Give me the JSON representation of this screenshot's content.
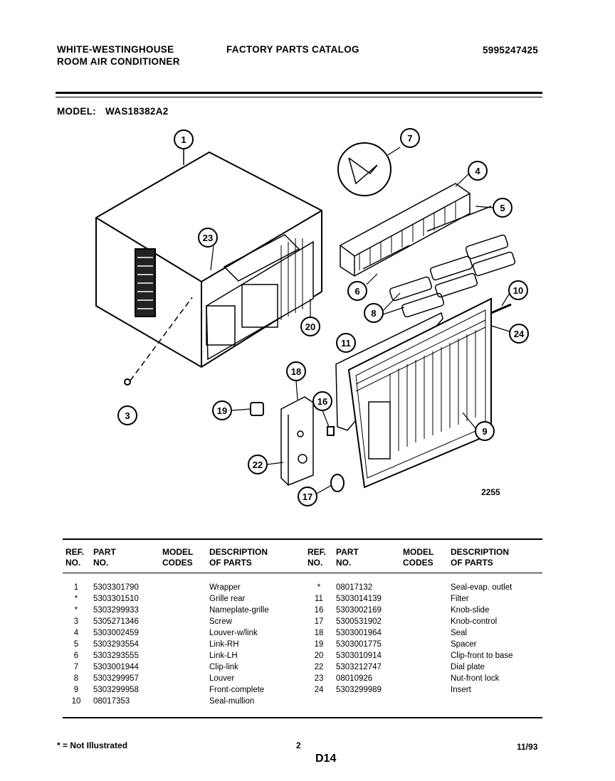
{
  "header": {
    "brand_line1": "WHITE-WESTINGHOUSE",
    "brand_line2": "ROOM AIR CONDITIONER",
    "catalog_title": "FACTORY PARTS CATALOG",
    "catalog_number": "5995247425"
  },
  "model": {
    "label": "MODEL:",
    "value": "WAS18382A2"
  },
  "diagram": {
    "figure_number": "2255",
    "callouts": [
      "1",
      "23",
      "20",
      "3",
      "7",
      "4",
      "5",
      "6",
      "8",
      "10",
      "24",
      "11",
      "9",
      "18",
      "16",
      "19",
      "22",
      "17"
    ]
  },
  "table_headers": {
    "ref_no": [
      "REF.",
      "NO."
    ],
    "part_no": [
      "PART",
      "NO."
    ],
    "model_codes": [
      "MODEL",
      "CODES"
    ],
    "description": [
      "DESCRIPTION",
      "OF PARTS"
    ]
  },
  "parts_left": [
    {
      "ref": "1",
      "part": "5303301790",
      "desc": "Wrapper"
    },
    {
      "ref": "*",
      "part": "5303301510",
      "desc": "Grille rear"
    },
    {
      "ref": "*",
      "part": "5303299933",
      "desc": "Nameplate-grille"
    },
    {
      "ref": "3",
      "part": "5305271346",
      "desc": "Screw"
    },
    {
      "ref": "4",
      "part": "5303002459",
      "desc": "Louver-w/link"
    },
    {
      "ref": "5",
      "part": "5303293554",
      "desc": "Link-RH"
    },
    {
      "ref": "6",
      "part": "5303293555",
      "desc": "Link-LH"
    },
    {
      "ref": "7",
      "part": "5303001944",
      "desc": "Clip-link"
    },
    {
      "ref": "8",
      "part": "5303299957",
      "desc": "Louver"
    },
    {
      "ref": "9",
      "part": "5303299958",
      "desc": "Front-complete"
    },
    {
      "ref": "10",
      "part": "08017353",
      "desc": "Seal-mullion"
    }
  ],
  "parts_right": [
    {
      "ref": "*",
      "part": "08017132",
      "desc": "Seal-evap. outlet"
    },
    {
      "ref": "11",
      "part": "5303014139",
      "desc": "Filter"
    },
    {
      "ref": "16",
      "part": "5303002169",
      "desc": "Knob-slide"
    },
    {
      "ref": "17",
      "part": "5300531902",
      "desc": "Knob-control"
    },
    {
      "ref": "18",
      "part": "5303001964",
      "desc": "Seal"
    },
    {
      "ref": "19",
      "part": "5303001775",
      "desc": "Spacer"
    },
    {
      "ref": "20",
      "part": "5303010914",
      "desc": "Clip-front to base"
    },
    {
      "ref": "22",
      "part": "5303212747",
      "desc": "Dial plate"
    },
    {
      "ref": "23",
      "part": "08010926",
      "desc": "Nut-front lock"
    },
    {
      "ref": "24",
      "part": "5303299989",
      "desc": "Insert"
    }
  ],
  "footer": {
    "note": "* = Not Illustrated",
    "page_number": "2",
    "section_code": "D14",
    "date": "11/93"
  }
}
